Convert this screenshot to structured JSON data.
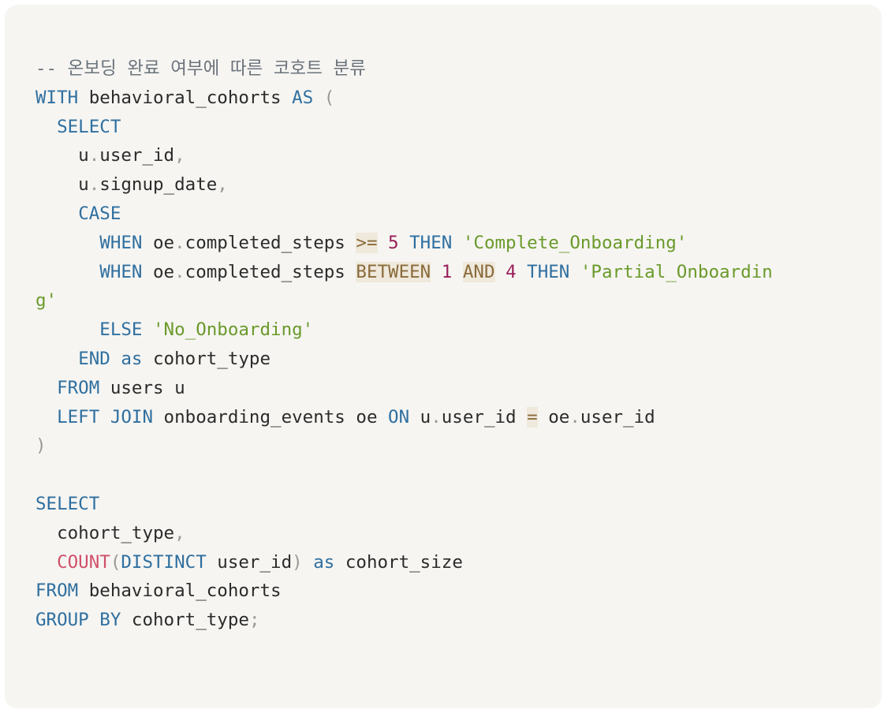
{
  "code_lines": [
    [
      {
        "t": "-- 온보딩 완료 여부에 따른 코호트 분류",
        "c": "comment"
      }
    ],
    [
      {
        "t": "WITH",
        "c": "keyword"
      },
      {
        "t": " behavioral_cohorts ",
        "c": "plain"
      },
      {
        "t": "AS",
        "c": "keyword"
      },
      {
        "t": " ",
        "c": "plain"
      },
      {
        "t": "(",
        "c": "punct"
      }
    ],
    [
      {
        "t": "  ",
        "c": "plain"
      },
      {
        "t": "SELECT",
        "c": "keyword"
      }
    ],
    [
      {
        "t": "    u",
        "c": "plain"
      },
      {
        "t": ".",
        "c": "punct"
      },
      {
        "t": "user_id",
        "c": "plain"
      },
      {
        "t": ",",
        "c": "punct"
      }
    ],
    [
      {
        "t": "    u",
        "c": "plain"
      },
      {
        "t": ".",
        "c": "punct"
      },
      {
        "t": "signup_date",
        "c": "plain"
      },
      {
        "t": ",",
        "c": "punct"
      }
    ],
    [
      {
        "t": "    ",
        "c": "plain"
      },
      {
        "t": "CASE",
        "c": "keyword"
      }
    ],
    [
      {
        "t": "      ",
        "c": "plain"
      },
      {
        "t": "WHEN",
        "c": "keyword"
      },
      {
        "t": " oe",
        "c": "plain"
      },
      {
        "t": ".",
        "c": "punct"
      },
      {
        "t": "completed_steps ",
        "c": "plain"
      },
      {
        "t": ">=",
        "c": "operator"
      },
      {
        "t": " ",
        "c": "plain"
      },
      {
        "t": "5",
        "c": "number"
      },
      {
        "t": " ",
        "c": "plain"
      },
      {
        "t": "THEN",
        "c": "keyword"
      },
      {
        "t": " ",
        "c": "plain"
      },
      {
        "t": "'Complete_Onboarding'",
        "c": "string"
      }
    ],
    [
      {
        "t": "      ",
        "c": "plain"
      },
      {
        "t": "WHEN",
        "c": "keyword"
      },
      {
        "t": " oe",
        "c": "plain"
      },
      {
        "t": ".",
        "c": "punct"
      },
      {
        "t": "completed_steps ",
        "c": "plain"
      },
      {
        "t": "BETWEEN",
        "c": "operator"
      },
      {
        "t": " ",
        "c": "plain"
      },
      {
        "t": "1",
        "c": "number"
      },
      {
        "t": " ",
        "c": "plain"
      },
      {
        "t": "AND",
        "c": "operator"
      },
      {
        "t": " ",
        "c": "plain"
      },
      {
        "t": "4",
        "c": "number"
      },
      {
        "t": " ",
        "c": "plain"
      },
      {
        "t": "THEN",
        "c": "keyword"
      },
      {
        "t": " ",
        "c": "plain"
      },
      {
        "t": "'Partial_Onboardin",
        "c": "string"
      }
    ],
    [
      {
        "t": "g'",
        "c": "string"
      }
    ],
    [
      {
        "t": "      ",
        "c": "plain"
      },
      {
        "t": "ELSE",
        "c": "keyword"
      },
      {
        "t": " ",
        "c": "plain"
      },
      {
        "t": "'No_Onboarding'",
        "c": "string"
      }
    ],
    [
      {
        "t": "    ",
        "c": "plain"
      },
      {
        "t": "END",
        "c": "keyword"
      },
      {
        "t": " ",
        "c": "plain"
      },
      {
        "t": "as",
        "c": "keyword"
      },
      {
        "t": " cohort_type",
        "c": "plain"
      }
    ],
    [
      {
        "t": "  ",
        "c": "plain"
      },
      {
        "t": "FROM",
        "c": "keyword"
      },
      {
        "t": " users u",
        "c": "plain"
      }
    ],
    [
      {
        "t": "  ",
        "c": "plain"
      },
      {
        "t": "LEFT JOIN",
        "c": "keyword"
      },
      {
        "t": " onboarding_events oe ",
        "c": "plain"
      },
      {
        "t": "ON",
        "c": "keyword"
      },
      {
        "t": " u",
        "c": "plain"
      },
      {
        "t": ".",
        "c": "punct"
      },
      {
        "t": "user_id ",
        "c": "plain"
      },
      {
        "t": "=",
        "c": "operator"
      },
      {
        "t": " oe",
        "c": "plain"
      },
      {
        "t": ".",
        "c": "punct"
      },
      {
        "t": "user_id",
        "c": "plain"
      }
    ],
    [
      {
        "t": ")",
        "c": "punct"
      }
    ],
    [],
    [
      {
        "t": "SELECT",
        "c": "keyword"
      }
    ],
    [
      {
        "t": "  cohort_type",
        "c": "plain"
      },
      {
        "t": ",",
        "c": "punct"
      }
    ],
    [
      {
        "t": "  ",
        "c": "plain"
      },
      {
        "t": "COUNT",
        "c": "function"
      },
      {
        "t": "(",
        "c": "punct"
      },
      {
        "t": "DISTINCT",
        "c": "keyword"
      },
      {
        "t": " user_id",
        "c": "plain"
      },
      {
        "t": ")",
        "c": "punct"
      },
      {
        "t": " ",
        "c": "plain"
      },
      {
        "t": "as",
        "c": "keyword"
      },
      {
        "t": " cohort_size",
        "c": "plain"
      }
    ],
    [
      {
        "t": "FROM",
        "c": "keyword"
      },
      {
        "t": " behavioral_cohorts",
        "c": "plain"
      }
    ],
    [
      {
        "t": "GROUP BY",
        "c": "keyword"
      },
      {
        "t": " cohort_type",
        "c": "plain"
      },
      {
        "t": ";",
        "c": "punct"
      }
    ]
  ]
}
